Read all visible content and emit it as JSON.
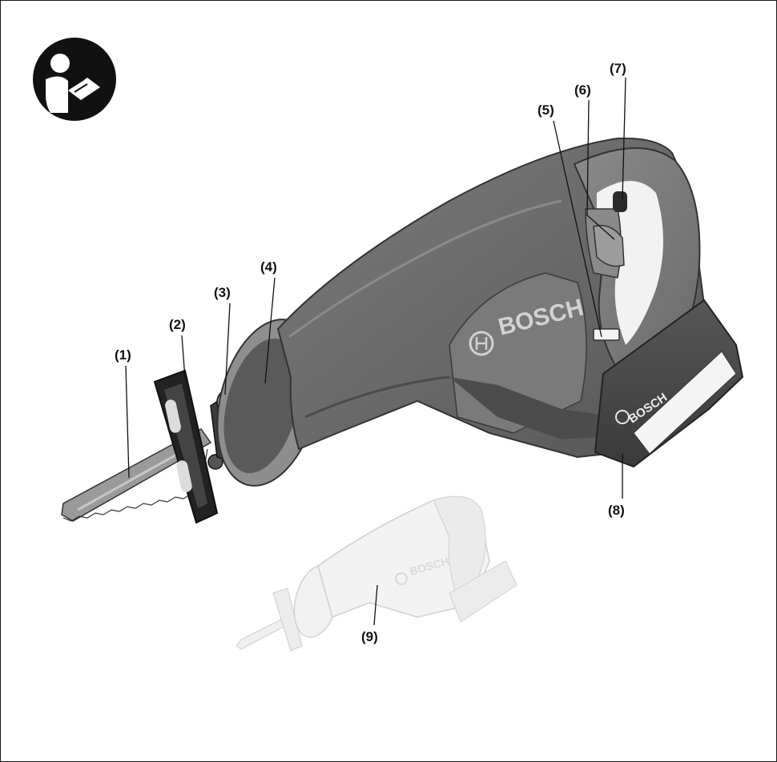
{
  "icons": {
    "manual": "read-manual-icon"
  },
  "brand": {
    "tool_logo": "BOSCH",
    "battery_logo": "BOSCH",
    "ghost_logo": "BOSCH"
  },
  "callouts": {
    "c1": "(1)",
    "c2": "(2)",
    "c3": "(3)",
    "c4": "(4)",
    "c5": "(5)",
    "c6": "(6)",
    "c7": "(7)",
    "c8": "(8)",
    "c9": "(9)"
  },
  "colors": {
    "body": "#6e6e6e",
    "body_dark": "#4a4a4a",
    "body_light": "#8c8c8c",
    "ghost": "#e6e6e6",
    "ink": "#111111"
  }
}
